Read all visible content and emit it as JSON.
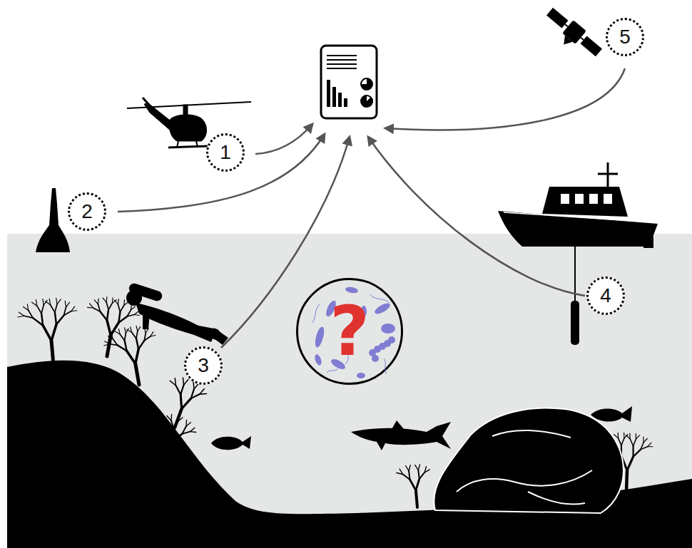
{
  "diagram": {
    "nodes": [
      {
        "text": [
          "1"
        ]
      },
      {
        "text": [
          "2"
        ]
      },
      {
        "text": [
          "3"
        ]
      },
      {
        "text": [
          "4"
        ]
      },
      {
        "text": [
          "5"
        ]
      },
      {
        "text": [
          "?"
        ]
      }
    ]
  }
}
